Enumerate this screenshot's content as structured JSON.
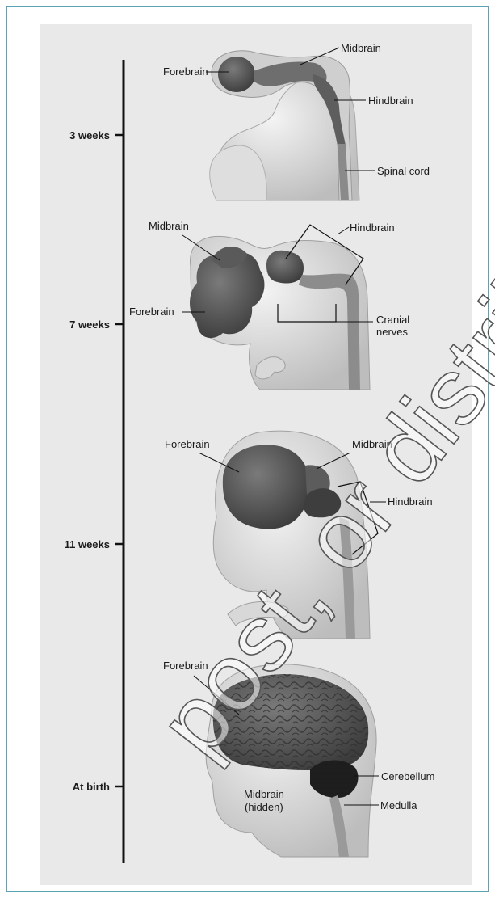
{
  "stages": [
    {
      "label": "3 weeks",
      "labels": {
        "forebrain": "Forebrain",
        "midbrain": "Midbrain",
        "hindbrain": "Hindbrain",
        "spinal_cord": "Spinal cord"
      }
    },
    {
      "label": "7 weeks",
      "labels": {
        "midbrain": "Midbrain",
        "hindbrain": "Hindbrain",
        "forebrain": "Forebrain",
        "cranial_nerves": [
          "Cranial",
          "nerves"
        ]
      }
    },
    {
      "label": "11 weeks",
      "labels": {
        "forebrain": "Forebrain",
        "midbrain": "Midbrain",
        "hindbrain": "Hindbrain"
      }
    },
    {
      "label": "At birth",
      "labels": {
        "forebrain": "Forebrain",
        "cerebellum": "Cerebellum",
        "midbrain": [
          "Midbrain",
          "(hidden)"
        ],
        "medulla": "Medulla"
      }
    }
  ],
  "watermark": "post, or distribute",
  "colors": {
    "panel": "#e9e9e9",
    "frame": "#5aa3b3",
    "brain": "#4d4d4d",
    "skin": "#d4d4d4"
  }
}
